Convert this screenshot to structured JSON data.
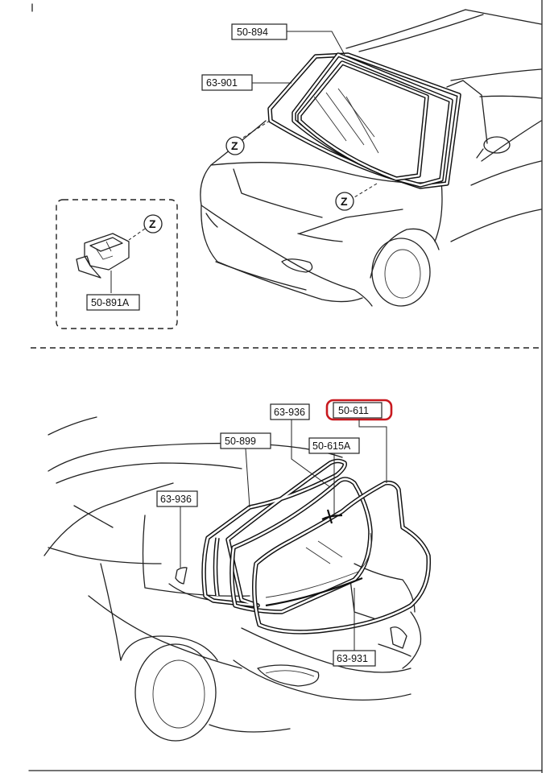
{
  "labels": {
    "top_windshield_seal": "50-894",
    "windshield_glass": "63-901",
    "clip": "50-891A",
    "rear_stripe": "63-936",
    "rear_seal_outer": "50-899",
    "rear_seal_highlighted": "50-611",
    "rear_seal_inner": "50-615A",
    "rear_trim_left": "63-936",
    "rear_window": "63-931"
  },
  "markers": [
    "Z",
    "Z",
    "Z"
  ],
  "highlight_color": "#c8191f"
}
